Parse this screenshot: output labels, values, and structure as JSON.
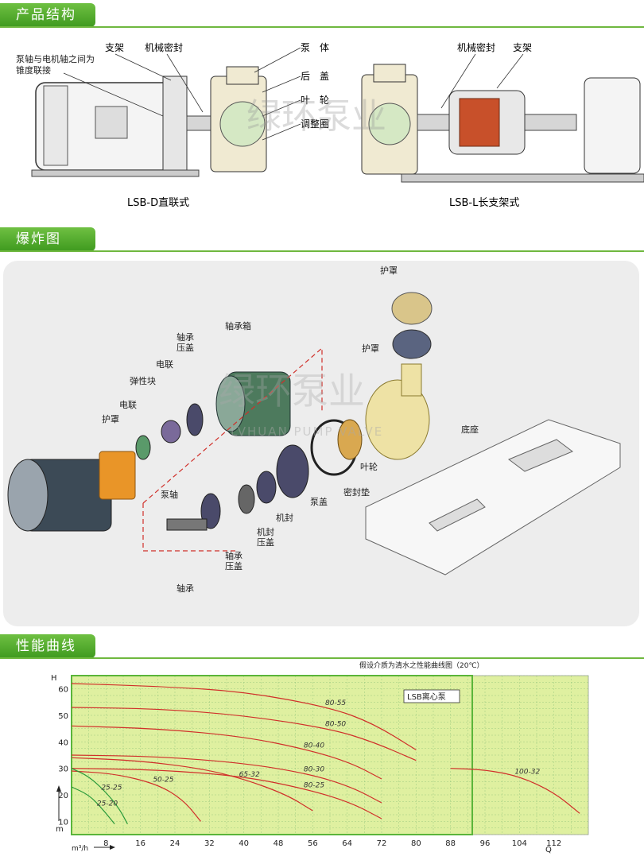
{
  "sections": {
    "structure_title": "产品结构",
    "exploded_title": "爆炸图",
    "performance_title": "性能曲线"
  },
  "structure": {
    "left_caption": "LSB-D直联式",
    "right_caption": "LSB-L长支架式",
    "labels": {
      "shaft_taper": "泵轴与电机轴之间为\n锥度联接",
      "bracket": "支架",
      "mech_seal": "机械密封",
      "pump_body": "泵　体",
      "rear_cover": "后　盖",
      "impeller": "叶　轮",
      "adjust_ring": "调整圈",
      "mech_seal_r": "机械密封",
      "bracket_r": "支架"
    }
  },
  "exploded": {
    "labels": {
      "guard_top": "护罩",
      "bearing_box": "轴承箱",
      "bearing_cover1": "轴承\n压盖",
      "coupling": "电联",
      "elastic_block": "弹性块",
      "coupling2": "电联",
      "guard_left": "护罩",
      "guard_right": "护罩",
      "base": "底座",
      "impeller": "叶轮",
      "gasket": "密封垫",
      "pump_cover": "泵盖",
      "mech_seal": "机封",
      "seal_cover": "机封\n压盖",
      "bearing_cover2": "轴承\n压盖",
      "pump_shaft": "泵轴",
      "bearing": "轴承"
    }
  },
  "watermark": {
    "cn": "绿环泵业",
    "en1": "LVHUAN PUMP VALVE"
  },
  "chart_data": {
    "type": "line",
    "title": "假设介质为清水之性能曲线图（20℃）",
    "legend_box": "LSB离心泵",
    "ylabel": "H",
    "yunit": "m",
    "xlabel": "Q",
    "xunit": "m³/h",
    "xlim": [
      0,
      120
    ],
    "ylim": [
      5,
      65
    ],
    "xticks": [
      8,
      16,
      24,
      32,
      40,
      48,
      56,
      64,
      72,
      80,
      88,
      96,
      104,
      112
    ],
    "yticks": [
      10,
      20,
      30,
      40,
      50,
      60
    ],
    "series": [
      {
        "name": "80-55",
        "x": [
          0,
          20,
          40,
          60,
          70,
          80
        ],
        "y": [
          62,
          61,
          59,
          53,
          47,
          37
        ]
      },
      {
        "name": "80-50",
        "x": [
          0,
          20,
          40,
          60,
          70,
          80
        ],
        "y": [
          53,
          52.5,
          50,
          45,
          40,
          33
        ]
      },
      {
        "name": "80-40",
        "x": [
          0,
          20,
          40,
          55,
          65,
          72
        ],
        "y": [
          46,
          45,
          42,
          37,
          32,
          26
        ]
      },
      {
        "name": "80-30",
        "x": [
          0,
          20,
          40,
          55,
          65,
          72
        ],
        "y": [
          35,
          34.5,
          32,
          28,
          23,
          17
        ]
      },
      {
        "name": "80-25",
        "x": [
          0,
          20,
          40,
          55,
          65,
          72
        ],
        "y": [
          30,
          29.5,
          27,
          22,
          17,
          11
        ]
      },
      {
        "name": "65-32",
        "x": [
          0,
          15,
          30,
          40,
          50,
          56
        ],
        "y": [
          34,
          33,
          30,
          26,
          20,
          14
        ]
      },
      {
        "name": "50-25",
        "x": [
          0,
          10,
          20,
          26,
          30
        ],
        "y": [
          29,
          28,
          24,
          18,
          10
        ]
      },
      {
        "name": "25-25",
        "x": [
          0,
          4,
          8,
          11,
          13
        ],
        "y": [
          30,
          27,
          21,
          15,
          9
        ]
      },
      {
        "name": "25-20",
        "x": [
          0,
          4,
          7,
          10
        ],
        "y": [
          23,
          20,
          15,
          9
        ]
      },
      {
        "name": "100-32",
        "x": [
          88,
          96,
          104,
          112,
          118
        ],
        "y": [
          30,
          29.5,
          27,
          21,
          13
        ]
      }
    ]
  }
}
